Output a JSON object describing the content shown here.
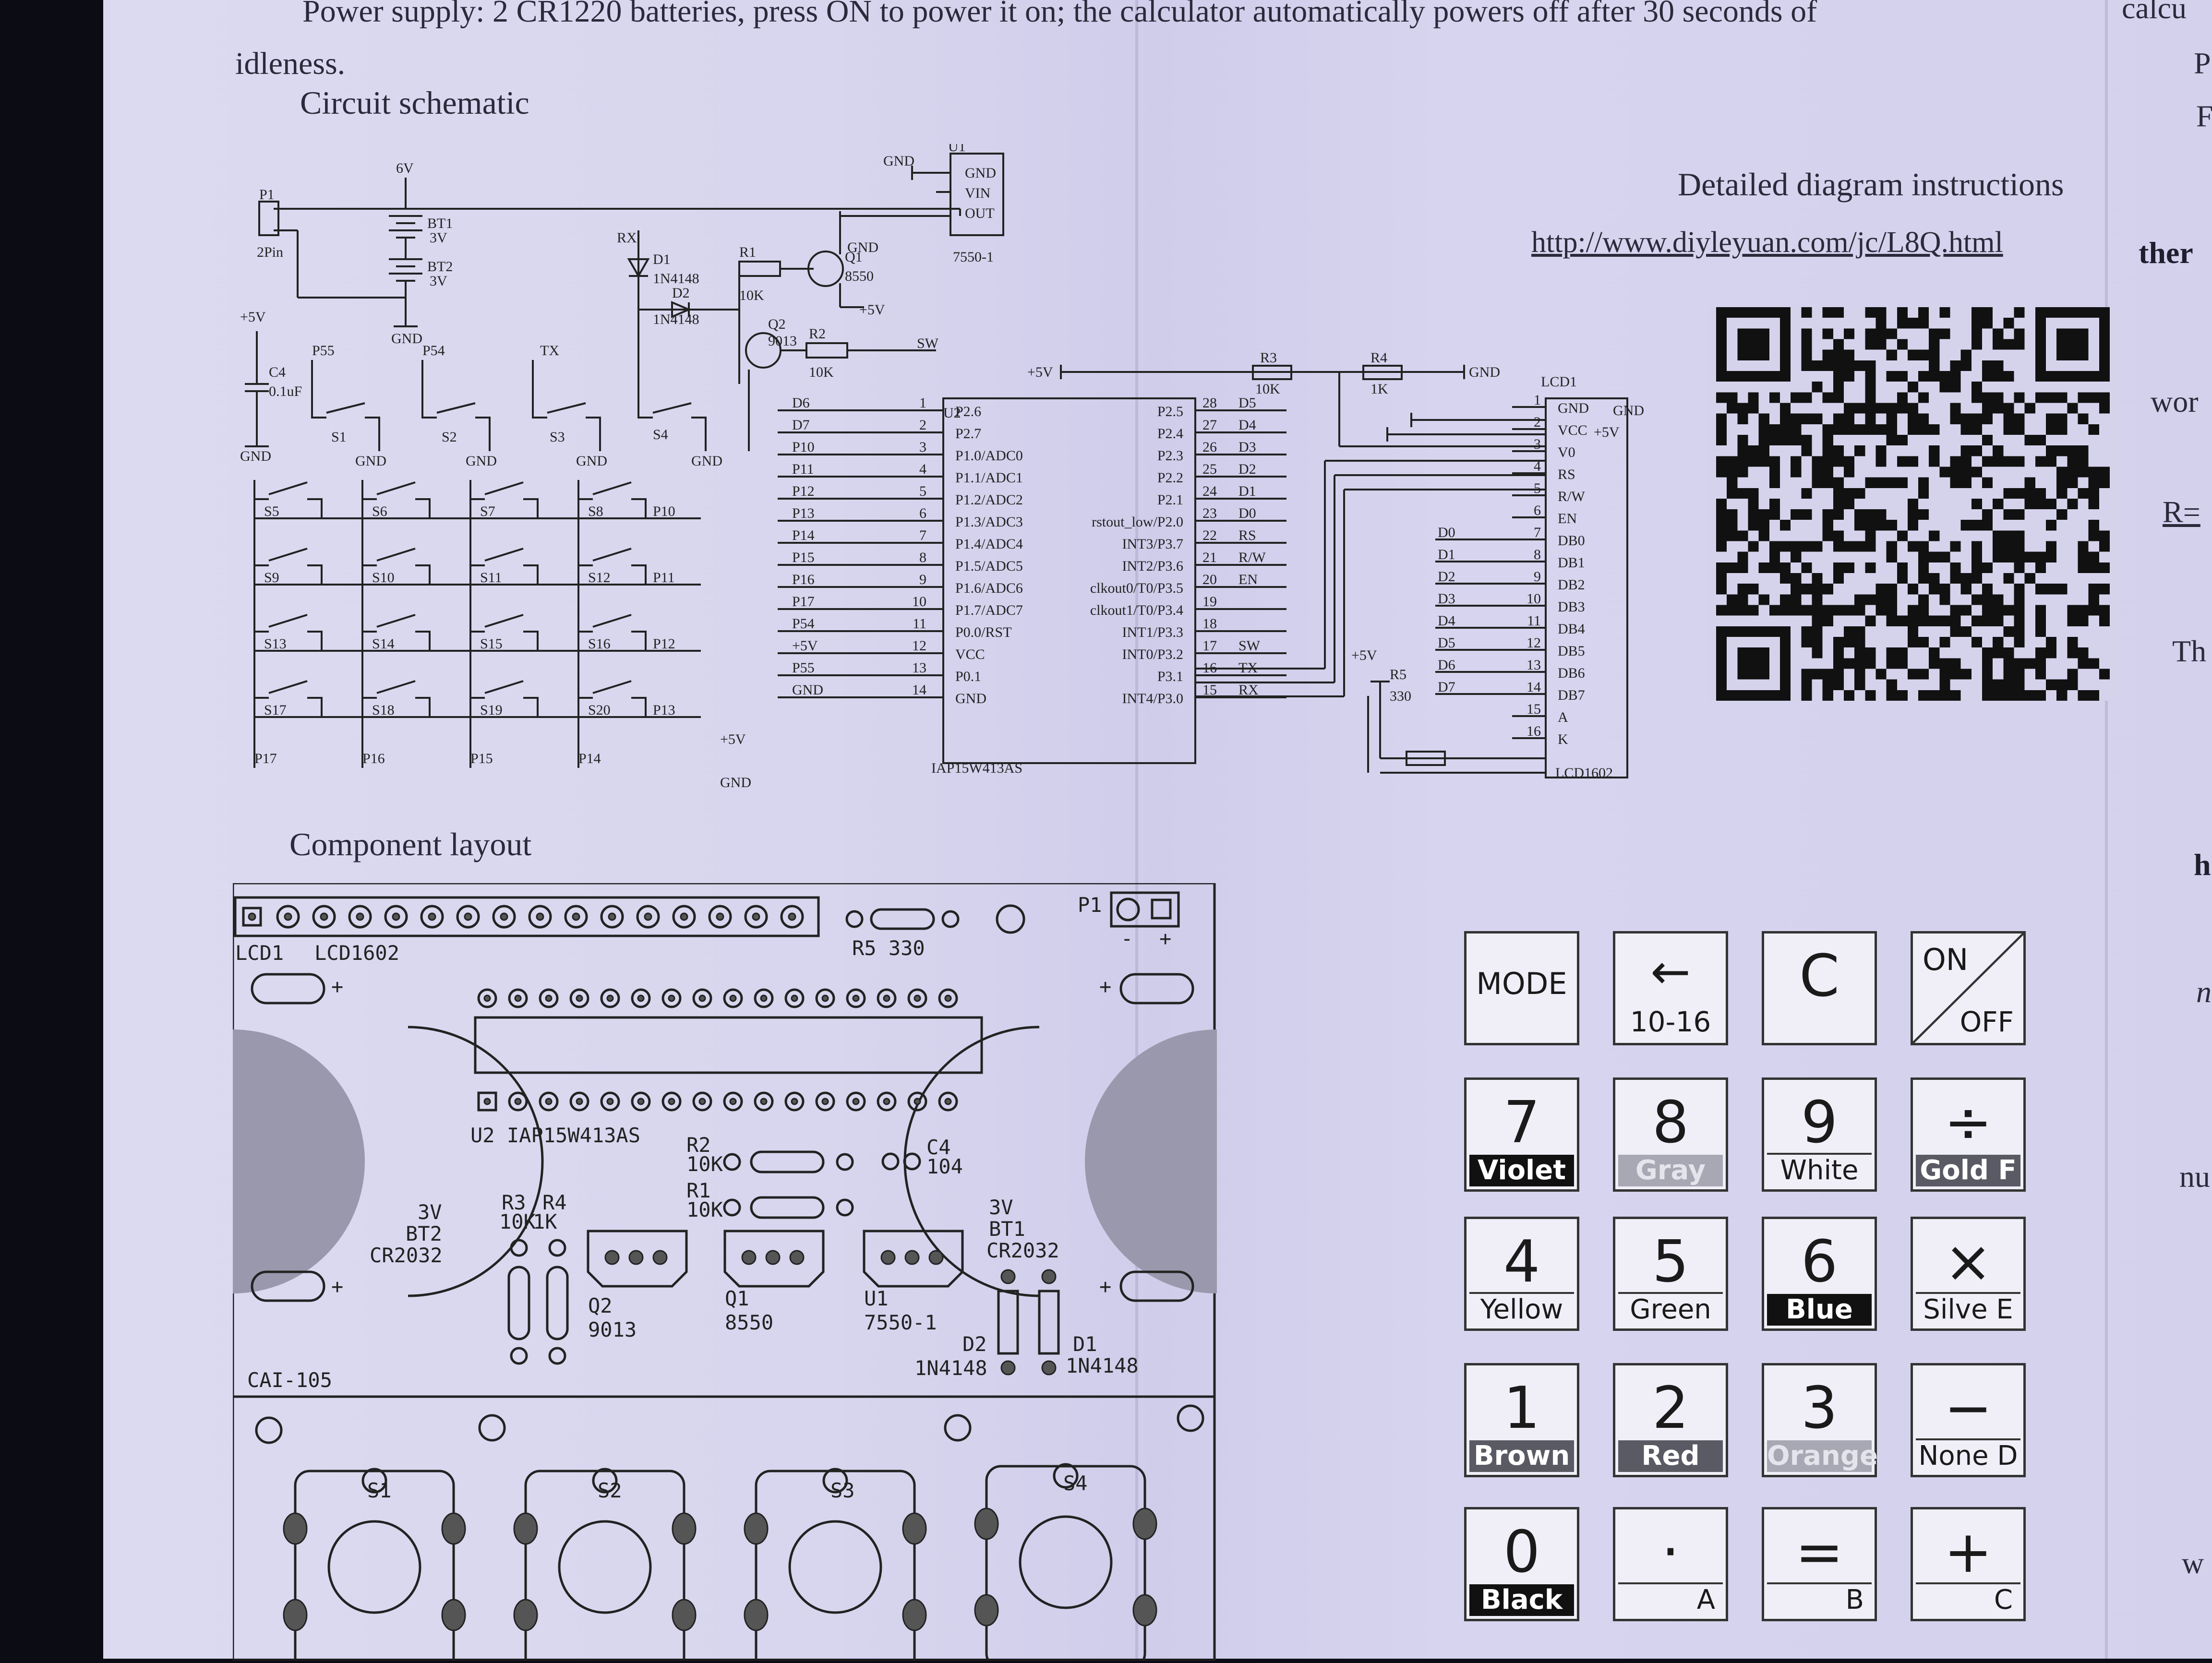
{
  "intro": {
    "line1": "Power supply: 2 CR1220 batteries, press ON to power it on; the calculator automatically powers off after 30 seconds of",
    "line2": "idleness."
  },
  "headings": {
    "schematic": "Circuit schematic",
    "layout": "Component layout",
    "diagram": "Detailed diagram instructions"
  },
  "url": "http://www.diyleyuan.com/jc/L8Q.html",
  "side_text": [
    "calcu",
    "P",
    "F",
    "ther",
    "wor",
    "R=",
    "Th",
    "h",
    "n",
    "nu",
    "w"
  ],
  "schematic": {
    "p1": "P1",
    "p1_sub": "2Pin",
    "v6": "6V",
    "bt1": "BT1",
    "bt1v": "3V",
    "bt2": "BT2",
    "bt2v": "3V",
    "gnd": "GND",
    "plus5": "+5V",
    "c4": "C4",
    "c4v": "0.1uF",
    "p55": "P55",
    "p54": "P54",
    "tx": "TX",
    "rx": "RX",
    "s1": "S1",
    "s2": "S2",
    "s3": "S3",
    "s4": "S4",
    "d1": "D1",
    "d2": "D2",
    "diode": "1N4148",
    "r1": "R1",
    "r1v": "10K",
    "r2": "R2",
    "r2v": "10K",
    "q1": "Q1",
    "q1v": "8550",
    "q2": "Q2",
    "q2v": "9013",
    "sw": "SW",
    "u1": "U1",
    "u1v": "7550-1",
    "u1_pins": [
      "GND",
      "VIN",
      "OUT"
    ],
    "r3": "R3",
    "r3v": "10K",
    "r4": "R4",
    "r4v": "1K",
    "r5": "R5",
    "r5v": "330",
    "u2": "U2",
    "u2v": "IAP15W413AS",
    "lcd": "LCD1",
    "lcdv": "LCD1602",
    "u2_left_nets": [
      "D6",
      "D7",
      "P10",
      "P11",
      "P12",
      "P13",
      "P14",
      "P15",
      "P16",
      "P17",
      "P54",
      "+5V",
      "P55",
      "GND"
    ],
    "u2_left_pins": [
      "P2.6",
      "P2.7",
      "P1.0/ADC0",
      "P1.1/ADC1",
      "P1.2/ADC2",
      "P1.3/ADC3",
      "P1.4/ADC4",
      "P1.5/ADC5",
      "P1.6/ADC6",
      "P1.7/ADC7",
      "P0.0/RST",
      "VCC",
      "P0.1",
      "GND"
    ],
    "u2_right_pins": [
      "P2.5",
      "P2.4",
      "P2.3",
      "P2.2",
      "P2.1",
      "rstout_low/P2.0",
      "INT3/P3.7",
      "INT2/P3.6",
      "clkout0/T0/P3.5",
      "clkout1/T0/P3.4",
      "INT1/P3.3",
      "INT0/P3.2",
      "P3.1",
      "INT4/P3.0"
    ],
    "u2_right_nets": [
      "D5",
      "D4",
      "D3",
      "D2",
      "D1",
      "D0",
      "RS",
      "R/W",
      "EN",
      "",
      "",
      "SW",
      "TX",
      "RX"
    ],
    "lcd_pins": [
      "GND",
      "VCC",
      "V0",
      "RS",
      "R/W",
      "EN",
      "DB0",
      "DB1",
      "DB2",
      "DB3",
      "DB4",
      "DB5",
      "DB6",
      "DB7",
      "A",
      "K"
    ],
    "lcd_nets": [
      "D0",
      "D1",
      "D2",
      "D3",
      "D4",
      "D5",
      "D6",
      "D7"
    ],
    "matrix_keys": [
      "S5",
      "S6",
      "S7",
      "S8",
      "S9",
      "S10",
      "S11",
      "S12",
      "S13",
      "S14",
      "S15",
      "S16",
      "S17",
      "S18",
      "S19",
      "S20"
    ],
    "matrix_rows": [
      "P10",
      "P11",
      "P12",
      "P13"
    ],
    "matrix_cols": [
      "P17",
      "P16",
      "P15",
      "P14"
    ]
  },
  "layout": {
    "lcd": "LCD1",
    "lcdv": "LCD1602",
    "r5": "R5  330",
    "p1": "P1",
    "minus": "-",
    "plus": "+",
    "u2": "U2  IAP15W413AS",
    "r2": "R2",
    "r2v": "10K",
    "r1": "R1",
    "r1v": "10K",
    "c4": "C4",
    "c4v": "104",
    "r3": "R3",
    "r3v": "10K",
    "r4": "R4",
    "r4v": "1K",
    "bt2v": "3V",
    "bt2": "BT2",
    "bt2c": "CR2032",
    "bt1v": "3V",
    "bt1": "BT1",
    "bt1c": "CR2032",
    "q2": "Q2",
    "q2v": "9013",
    "q1": "Q1",
    "q1v": "8550",
    "u1": "U1",
    "u1v": "7550-1",
    "d2": "D2",
    "d1": "D1",
    "diode": "1N4148",
    "board": "CAI-105",
    "s1": "S1",
    "s2": "S2",
    "s3": "S3",
    "s4": "S4"
  },
  "keypad": [
    {
      "main": "MODE",
      "style": "word"
    },
    {
      "main": "←",
      "sub": "10-16",
      "style": "arrow"
    },
    {
      "main": "C",
      "style": "big"
    },
    {
      "main": "ON",
      "sub": "OFF",
      "style": "onoff"
    },
    {
      "main": "7",
      "band": "Violet",
      "tone": "dark"
    },
    {
      "main": "8",
      "band": "Gray",
      "tone": "light"
    },
    {
      "main": "9",
      "band": "White",
      "tone": "white"
    },
    {
      "main": "÷",
      "band": "Gold  F",
      "tone": "mid"
    },
    {
      "main": "4",
      "band": "Yellow",
      "tone": "white"
    },
    {
      "main": "5",
      "band": "Green",
      "tone": "white"
    },
    {
      "main": "6",
      "band": "Blue",
      "tone": "dark"
    },
    {
      "main": "×",
      "band": "Silve  E",
      "tone": "white"
    },
    {
      "main": "1",
      "band": "Brown",
      "tone": "mid"
    },
    {
      "main": "2",
      "band": "Red",
      "tone": "mid"
    },
    {
      "main": "3",
      "band": "Orange",
      "tone": "light"
    },
    {
      "main": "−",
      "band": "None  D",
      "tone": "white"
    },
    {
      "main": "0",
      "band": "Black",
      "tone": "dark"
    },
    {
      "main": "·",
      "band": "A",
      "tone": "white"
    },
    {
      "main": "=",
      "band": "B",
      "tone": "white"
    },
    {
      "main": "+",
      "band": "C",
      "tone": "white"
    }
  ],
  "colors": {
    "paper": "#d8d6ee",
    "ink": "#2a2a3a",
    "background": "#0c0c14"
  }
}
